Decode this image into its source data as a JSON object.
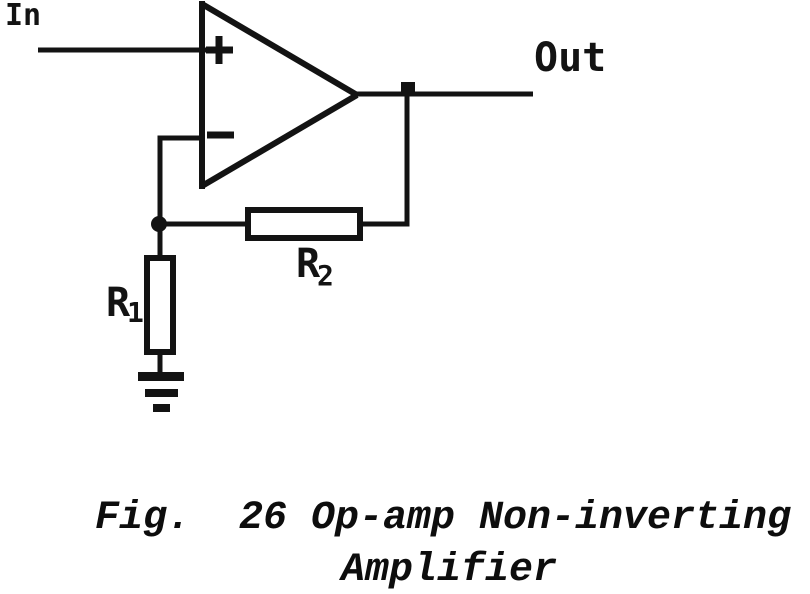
{
  "figure": {
    "background_color": "#ffffff",
    "ink_color": "#131313",
    "caption": {
      "line1": "Fig.  26 Op-amp Non-inverting",
      "line2": "Amplifier"
    }
  },
  "circuit": {
    "type": "op-amp non-inverting amplifier schematic",
    "input_label": "In",
    "output_label": "Out",
    "opamp": {
      "noninverting_input_symbol": "+",
      "inverting_input_symbol": "-"
    },
    "resistors": {
      "r1": {
        "base": "R",
        "sub": "1"
      },
      "r2": {
        "base": "R",
        "sub": "2"
      }
    },
    "icons": {
      "plus": "plus-icon",
      "minus": "minus-icon",
      "ground": "ground-icon",
      "feedback_junction": "junction-dot",
      "output_junction": "junction-dot"
    }
  }
}
